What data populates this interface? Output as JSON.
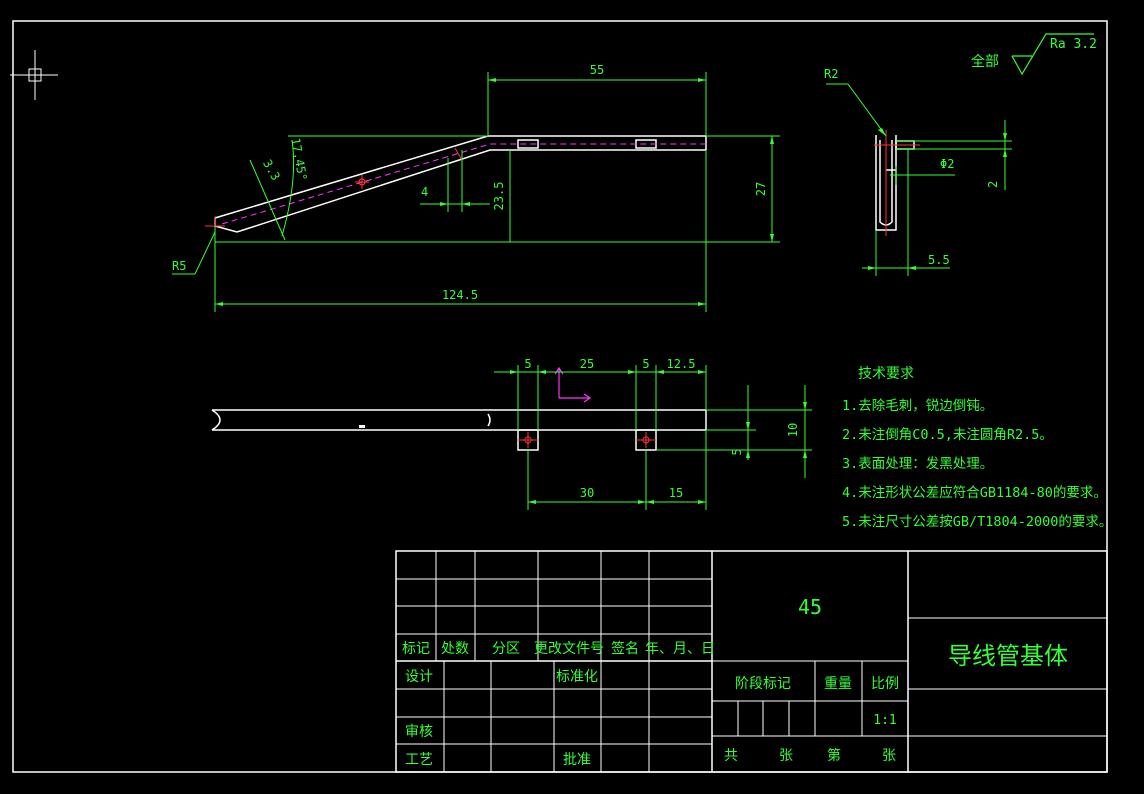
{
  "drawing": {
    "title": "导线管基体",
    "material": "45",
    "scale": "1:1",
    "roughness_prefix": "全部",
    "roughness_value": "Ra 3.2"
  },
  "dimensions": {
    "d55": "55",
    "d27": "27",
    "d23_5": "23.5",
    "d4": "4",
    "d124_5": "124.5",
    "angle": "17.45°",
    "d3_3": "3.3",
    "r5": "R5",
    "r2": "R2",
    "phi2": "Φ2",
    "d2": "2",
    "d5_5": "5.5",
    "d5a": "5",
    "d25": "25",
    "d5b": "5",
    "d12_5": "12.5",
    "d10": "10",
    "d5c": "5",
    "d30": "30",
    "d15": "15"
  },
  "tech_requirements": {
    "heading": "技术要求",
    "items": [
      "1.去除毛刺，锐边倒钝。",
      "2.未注倒角C0.5,未注圆角R2.5。",
      "3.表面处理：发黑处理。",
      "4.未注形状公差应符合GB1184-80的要求。",
      "5.未注尺寸公差按GB/T1804-2000的要求。"
    ]
  },
  "title_block": {
    "mark": "标记",
    "count": "处数",
    "zone": "分区",
    "change_doc": "更改文件号",
    "signature": "签名",
    "date": "年、月、日",
    "design": "设计",
    "standardize": "标准化",
    "review": "审核",
    "process": "工艺",
    "approve": "批准",
    "stage_mark": "阶段标记",
    "weight": "重量",
    "scale_label": "比例",
    "total": "共",
    "sheets": "张",
    "sheet_no": "第",
    "sheet_unit": "张"
  }
}
